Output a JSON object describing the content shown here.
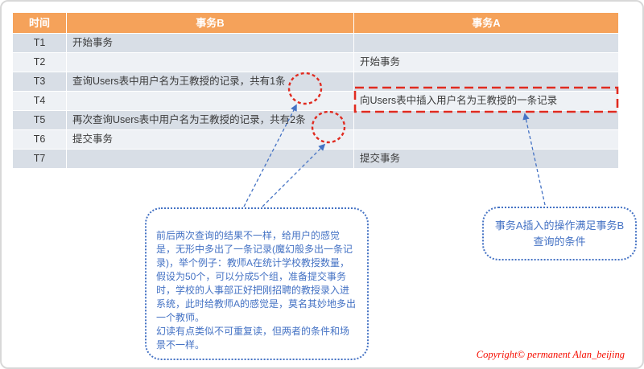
{
  "table": {
    "headers": [
      "时间",
      "事务B",
      "事务A"
    ],
    "rows": [
      {
        "time": "T1",
        "b": "开始事务",
        "a": ""
      },
      {
        "time": "T2",
        "b": "",
        "a": "开始事务"
      },
      {
        "time": "T3",
        "b": "查询Users表中用户名为王教授的记录，共有1条",
        "a": ""
      },
      {
        "time": "T4",
        "b": "",
        "a": "向Users表中插入用户名为王教授的一条记录"
      },
      {
        "time": "T5",
        "b": "再次查询Users表中用户名为王教授的记录，共有2条",
        "a": ""
      },
      {
        "time": "T6",
        "b": "提交事务",
        "a": ""
      },
      {
        "time": "T7",
        "b": "",
        "a": "提交事务"
      }
    ]
  },
  "annotations": {
    "left_callout": "前后两次查询的结果不一样，给用户的感觉是，无形中多出了一条记录(魔幻般多出一条记录)，举个例子：教师A在统计学校教授数量，假设为50个，可以分成5个组，准备提交事务时，学校的人事部正好把刚招聘的教授录入进系统，此时给教师A的感觉是，莫名其妙地多出一个教师。\n幻读有点类似不可重复读，但两者的条件和场景不一样。",
    "right_callout": "事务A插入的操作满足事务B查询的条件"
  },
  "footer": {
    "copyright": "Copyright© permanent  Alan_beijing"
  },
  "colors": {
    "header_bg": "#F5A25A",
    "row_dark": "#D8DEE6",
    "row_light": "#EEF1F5",
    "annotation_red": "#E02B20",
    "annotation_blue": "#4472C4",
    "copyright_red": "#F50D00"
  }
}
